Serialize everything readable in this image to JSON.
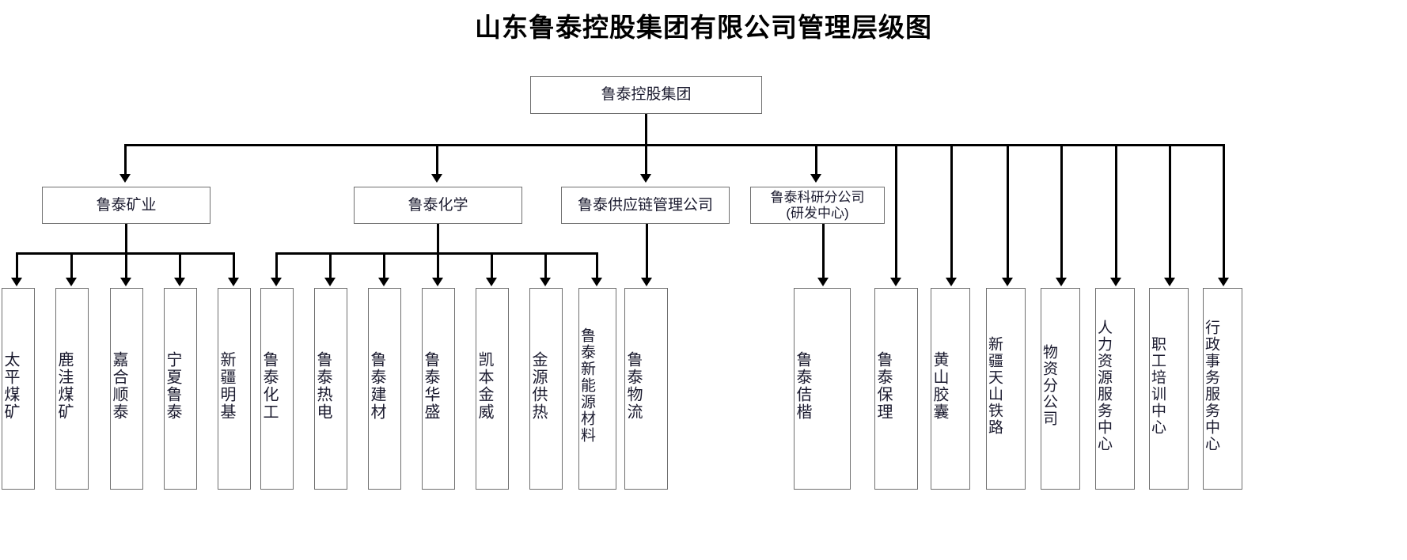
{
  "title": "山东鲁泰控股集团有限公司管理层级图",
  "root": {
    "label": "鲁泰控股集团"
  },
  "divisions": [
    {
      "label": "鲁泰矿业"
    },
    {
      "label": "鲁泰化学"
    },
    {
      "label": "鲁泰供应链管理公司"
    },
    {
      "label_line1": "鲁泰科研分公司",
      "label_line2": "(研发中心)"
    }
  ],
  "mining_units": [
    {
      "label": "太平煤矿"
    },
    {
      "label": "鹿洼煤矿"
    },
    {
      "label": "嘉合顺泰"
    },
    {
      "label": "宁夏鲁泰"
    },
    {
      "label": "新疆明基"
    }
  ],
  "chemical_units": [
    {
      "label": "鲁泰化工"
    },
    {
      "label": "鲁泰热电"
    },
    {
      "label": "鲁泰建材"
    },
    {
      "label": "鲁泰华盛"
    },
    {
      "label": "凯本金威"
    },
    {
      "label": "金源供热"
    },
    {
      "label": "鲁泰新能源材料"
    }
  ],
  "supply_chain_units": [
    {
      "label": "鲁泰物流"
    }
  ],
  "group_direct_units": [
    {
      "label": "鲁泰佶楷"
    },
    {
      "label": "鲁泰保理"
    },
    {
      "label": "黄山胶囊"
    },
    {
      "label": "新疆天山铁路"
    },
    {
      "label": "物资分公司"
    },
    {
      "label": "人力资源服务中心"
    },
    {
      "label": "职工培训中心"
    },
    {
      "label": "行政事务服务中心"
    }
  ],
  "colors": {
    "box_border": "#6f6f6f",
    "connector": "#000000",
    "text": "#1a1a2e",
    "title_text": "#000000",
    "background": "#ffffff"
  }
}
